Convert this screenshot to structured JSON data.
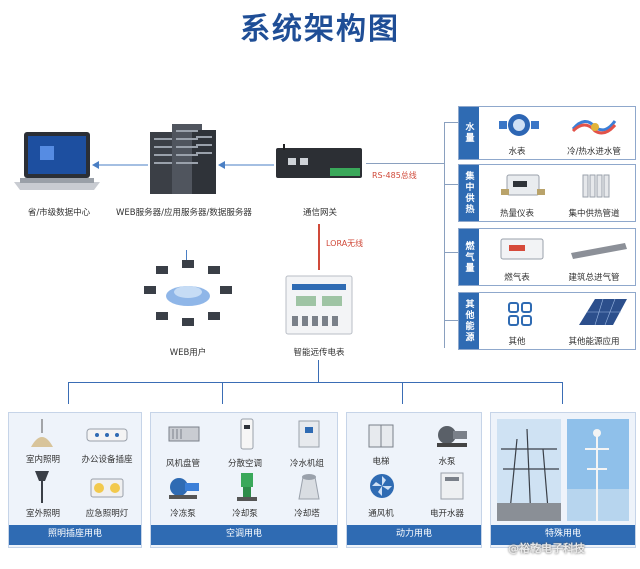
{
  "title": "系统架构图",
  "top_nodes": {
    "data_center": "省/市级数据中心",
    "servers": "WEB服务器/应用服务器/数据服务器",
    "gateway": "通信网关",
    "web_users": "WEB用户",
    "meter": "智能远传电表"
  },
  "links": {
    "rs485": "RS-485总线",
    "lora": "LORA无线"
  },
  "right_panels": [
    {
      "tag": "水量",
      "items": [
        "水表",
        "冷/热水进水管"
      ]
    },
    {
      "tag": "集中供热",
      "items": [
        "热量仪表",
        "集中供热管道"
      ]
    },
    {
      "tag": "燃气量",
      "items": [
        "燃气表",
        "建筑总进气管"
      ]
    },
    {
      "tag": "其他能源",
      "items": [
        "其他",
        "其他能源应用"
      ]
    }
  ],
  "bottom_groups": [
    {
      "title": "照明插座用电",
      "items": [
        "室内照明",
        "办公设备插座",
        "室外照明",
        "应急照明灯"
      ]
    },
    {
      "title": "空调用电",
      "items": [
        "风机盘管",
        "分散空调",
        "冷水机组",
        "冷冻泵",
        "冷却泵",
        "冷却塔"
      ]
    },
    {
      "title": "动力用电",
      "items": [
        "电梯",
        "水泵",
        "通风机",
        "电开水器"
      ]
    },
    {
      "title": "特殊用电",
      "items": []
    }
  ],
  "watermark": "@裕乾电子科技",
  "colors": {
    "primary": "#2f6bb3",
    "title": "#1f4e96",
    "accent": "#d04a3a"
  }
}
